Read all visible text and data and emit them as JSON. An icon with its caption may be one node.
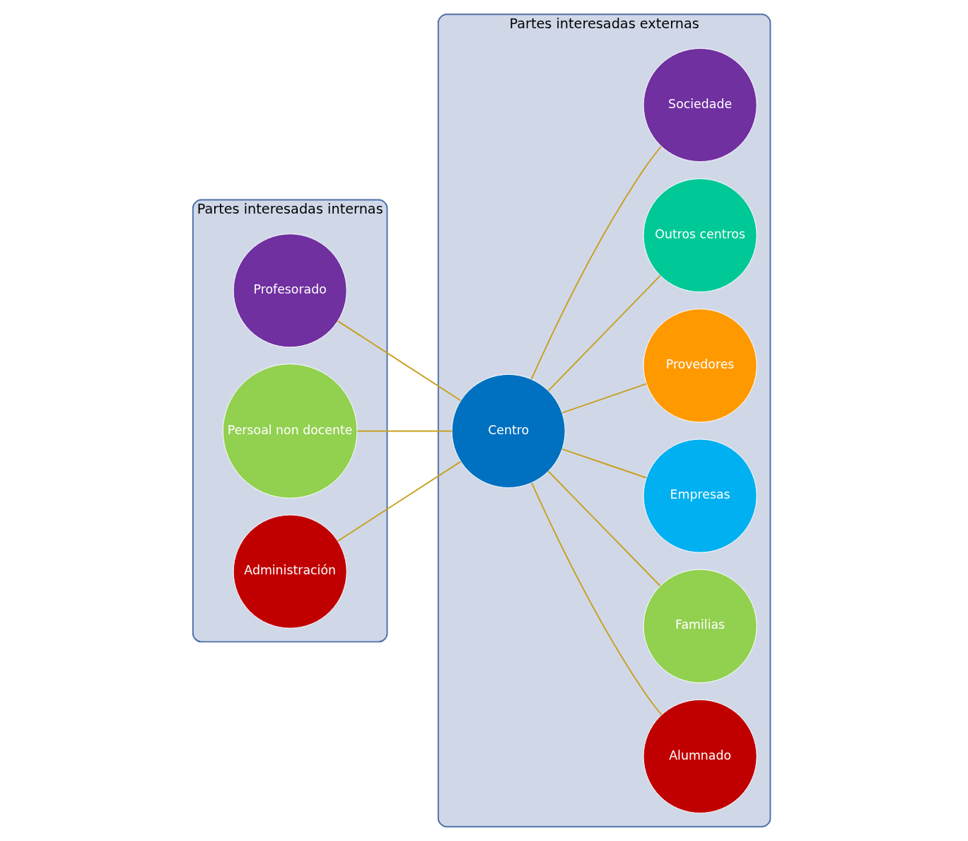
{
  "diagram": {
    "nodes": [
      {
        "text": [
          "Partes interesadas internas"
        ]
      },
      {
        "text": [
          "Profesorado"
        ],
        "in": 0
      },
      {
        "text": [
          "Persoal non docente"
        ],
        "in": 0
      },
      {
        "text": [
          "Administración"
        ],
        "in": 0
      },
      {
        "text": [
          "Partes interesadas externas"
        ]
      },
      {
        "text": [
          "Alumnado"
        ],
        "in": 4
      },
      {
        "text": [
          "Familias"
        ],
        "in": 4
      },
      {
        "text": [
          "Empresas"
        ],
        "in": 4
      },
      {
        "text": [
          "Centro"
        ],
        "in": 4
      },
      {
        "text": [
          "Provedores"
        ],
        "in": 4
      },
      {
        "text": [
          "Outros centros"
        ],
        "in": 4
      },
      {
        "text": [
          "Sociedade"
        ],
        "in": 4
      }
    ],
    "edges": [
      {
        "from": 8,
        "to": 1,
        "arrow": "none"
      },
      {
        "from": 8,
        "to": 2,
        "arrow": "none"
      },
      {
        "from": 8,
        "to": 3,
        "arrow": "none"
      },
      {
        "from": 8,
        "to": 5,
        "arrow": "none"
      },
      {
        "from": 8,
        "to": 6,
        "arrow": "none"
      },
      {
        "from": 8,
        "to": 7,
        "arrow": "none"
      },
      {
        "from": 8,
        "to": 9,
        "arrow": "none"
      },
      {
        "from": 8,
        "to": 10,
        "arrow": "none"
      },
      {
        "from": 8,
        "to": 11,
        "arrow": "none"
      }
    ]
  }
}
